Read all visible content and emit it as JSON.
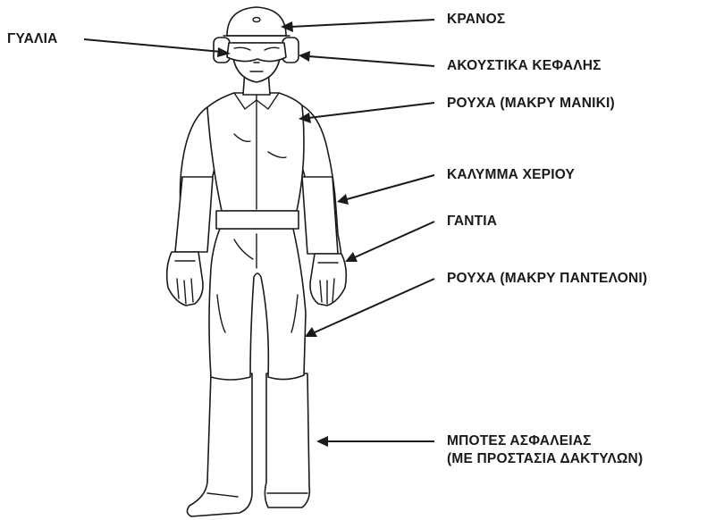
{
  "labels": {
    "goggles": "ΓΥΑΛΙΑ",
    "helmet": "ΚΡΑΝΟΣ",
    "earmuffs": "ΑΚΟΥΣΤΙΚΑ ΚΕΦΑΛΗΣ",
    "clothes_long_sleeve": "ΡΟΥΧΑ (ΜΑΚΡΥ ΜΑΝΙΚΙ)",
    "arm_cover": "ΚΑΛΥΜΜΑ ΧΕΡΙΟΥ",
    "gloves": "ΓΑΝΤΙΑ",
    "clothes_long_pants": "ΡΟΥΧΑ (ΜΑΚΡΥ ΠΑΝΤΕΛΟΝΙ)",
    "boots_line1": "ΜΠΟΤΕΣ ΑΣΦΑΛΕΙΑΣ",
    "boots_line2": "(ΜΕ ΠΡΟΣΤΑΣΙΑ ΔΑΚΤΥΛΩΝ)"
  },
  "colors": {
    "ink": "#1a1a1a",
    "background": "#ffffff"
  }
}
